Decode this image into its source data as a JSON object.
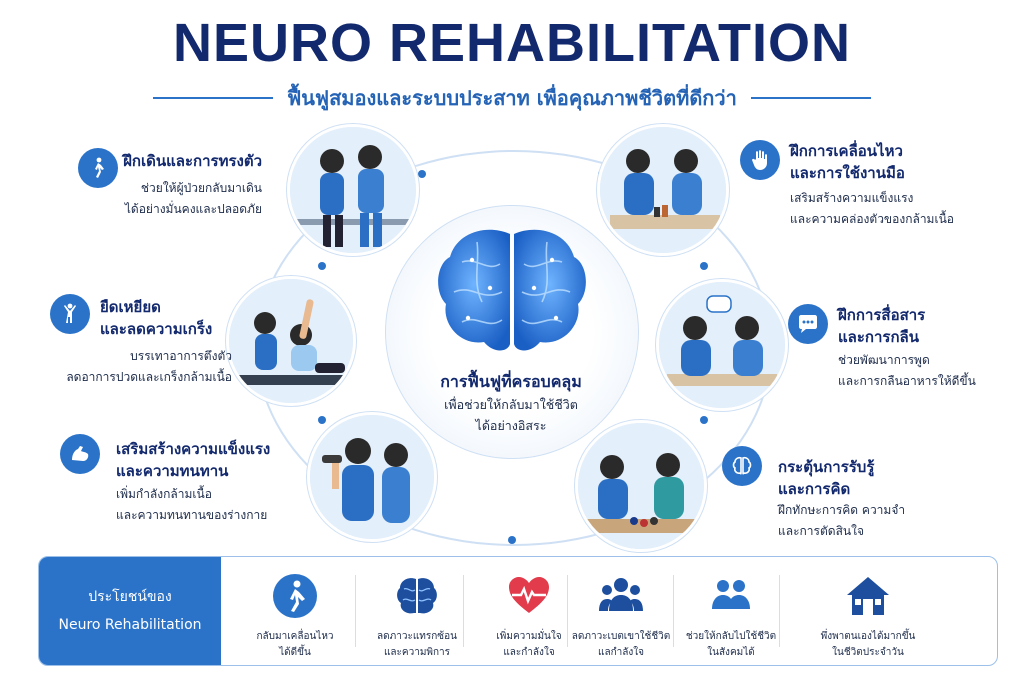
{
  "header": {
    "title": "NEURO REHABILITATION",
    "subtitle": "ฟื้นฟูสมองและระบบประสาท เพื่อคุณภาพชีวิตที่ดีกว่า"
  },
  "center": {
    "title": "การฟื้นฟูที่ครอบคลุม",
    "line1": "เพื่อช่วยให้กลับมาใช้ชีวิต",
    "line2": "ได้อย่างอิสระ"
  },
  "features": {
    "walking": {
      "icon": "walking-person-icon",
      "title": "ฝึกเดินและการทรงตัว",
      "desc1": "ช่วยให้ผู้ป่วยกลับมาเดิน",
      "desc2": "ได้อย่างมั่นคงและปลอดภัย"
    },
    "stretch": {
      "icon": "stretching-person-icon",
      "title1": "ยืดเหยียด",
      "title2": "และลดความเกร็ง",
      "desc1": "บรรเทาอาการตึงตัว",
      "desc2": "ลดอาการปวดและเกร็งกล้ามเนื้อ"
    },
    "strength": {
      "icon": "flexed-arm-icon",
      "title1": "เสริมสร้างความแข็งแรง",
      "title2": "และความทนทาน",
      "desc1": "เพิ่มกำลังกล้ามเนื้อ",
      "desc2": "และความทนทานของร่างกาย"
    },
    "hand": {
      "icon": "hand-icon",
      "title1": "ฝึกการเคลื่อนไหว",
      "title2": "และการใช้งานมือ",
      "desc1": "เสริมสร้างความแข็งแรง",
      "desc2": "และความคล่องตัวของกล้ามเนื้อ"
    },
    "speech": {
      "icon": "speech-bubble-icon",
      "title1": "ฝึกการสื่อสาร",
      "title2": "และการกลืน",
      "desc1": "ช่วยพัฒนาการพูด",
      "desc2": "และการกลืนอาหารให้ดีขึ้น"
    },
    "cognitive": {
      "icon": "brain-icon",
      "title1": "กระตุ้นการรับรู้",
      "title2": "และการคิด",
      "desc1": "ฝึกทักษะการคิด ความจำ",
      "desc2": "และการตัดสินใจ"
    }
  },
  "benefits": {
    "heading1": "ประโยชน์ของ",
    "heading2": "Neuro Rehabilitation",
    "items": [
      {
        "icon": "walking-person-icon",
        "line1": "กลับมาเคลื่อนไหว",
        "line2": "ได้ดีขึ้น"
      },
      {
        "icon": "brain-icon",
        "line1": "ลดภาวะแทรกซ้อน",
        "line2": "และความพิการ"
      },
      {
        "icon": "heart-pulse-icon",
        "line1": "เพิ่มความมั่นใจ",
        "line2": "และกำลังใจ"
      },
      {
        "icon": "group-icon",
        "line1": "ลดภาวะเบตเขาใช้ชีวิต",
        "line2": "แลกำลังใจ"
      },
      {
        "icon": "people-icon",
        "line1": "ช่วยให้กลับไปใช้ชีวิต",
        "line2": "ในสังคมได้"
      },
      {
        "icon": "home-icon",
        "line1": "พึ่งพาตนเองได้มากขึ้น",
        "line2": "ในชีวิตประจำวัน"
      }
    ]
  },
  "colors": {
    "navy": "#13296e",
    "blue": "#2b73c9",
    "light": "#cfe0f4"
  }
}
